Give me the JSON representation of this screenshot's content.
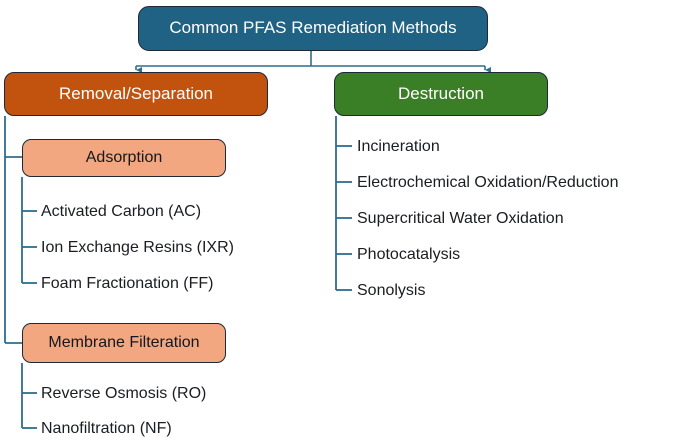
{
  "diagram": {
    "title_node": {
      "label": "Common PFAS Remediation Methods",
      "color": "#1f6283",
      "text_color": "#ffffff"
    },
    "branches": [
      {
        "label": "Removal/Separation",
        "color": "#c2530f",
        "text_color": "#ffffff",
        "groups": [
          {
            "label": "Adsorption",
            "color": "#f2a780",
            "items": [
              "Activated Carbon (AC)",
              "Ion Exchange Resins (IXR)",
              "Foam Fractionation (FF)"
            ]
          },
          {
            "label": "Membrane Filteration",
            "color": "#f2a780",
            "items": [
              "Reverse Osmosis (RO)",
              "Nanofiltration (NF)"
            ]
          }
        ]
      },
      {
        "label": "Destruction",
        "color": "#3a7f26",
        "text_color": "#ffffff",
        "items": [
          "Incineration",
          "Electrochemical Oxidation/Reduction",
          "Supercritical Water Oxidation",
          "Photocatalysis",
          "Sonolysis"
        ]
      }
    ],
    "connector_color": "#2e6e8e",
    "border_color": "#1b2a36"
  }
}
